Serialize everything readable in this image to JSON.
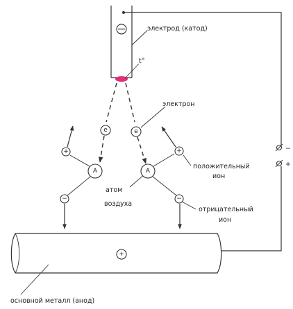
{
  "labels": {
    "electrode": "электрод (катод)",
    "t": "t°",
    "electron": "электрон",
    "positive_ion_line1": "положительный",
    "positive_ion_line2": "ион",
    "air_atom_line1": "атом",
    "air_atom_line2": "воздуха",
    "negative_ion_line1": "отрицательный",
    "negative_ion_line2": "ион",
    "base_metal": "основной металл (анод)"
  },
  "symbols": {
    "minus": "−",
    "plus": "+",
    "electron_e": "e",
    "atom_a": "A",
    "anode_plus": "+"
  },
  "terminals": {
    "negative": "−",
    "positive": "+"
  },
  "colors": {
    "arc_spot": "#e0307a",
    "ink": "#333333"
  }
}
